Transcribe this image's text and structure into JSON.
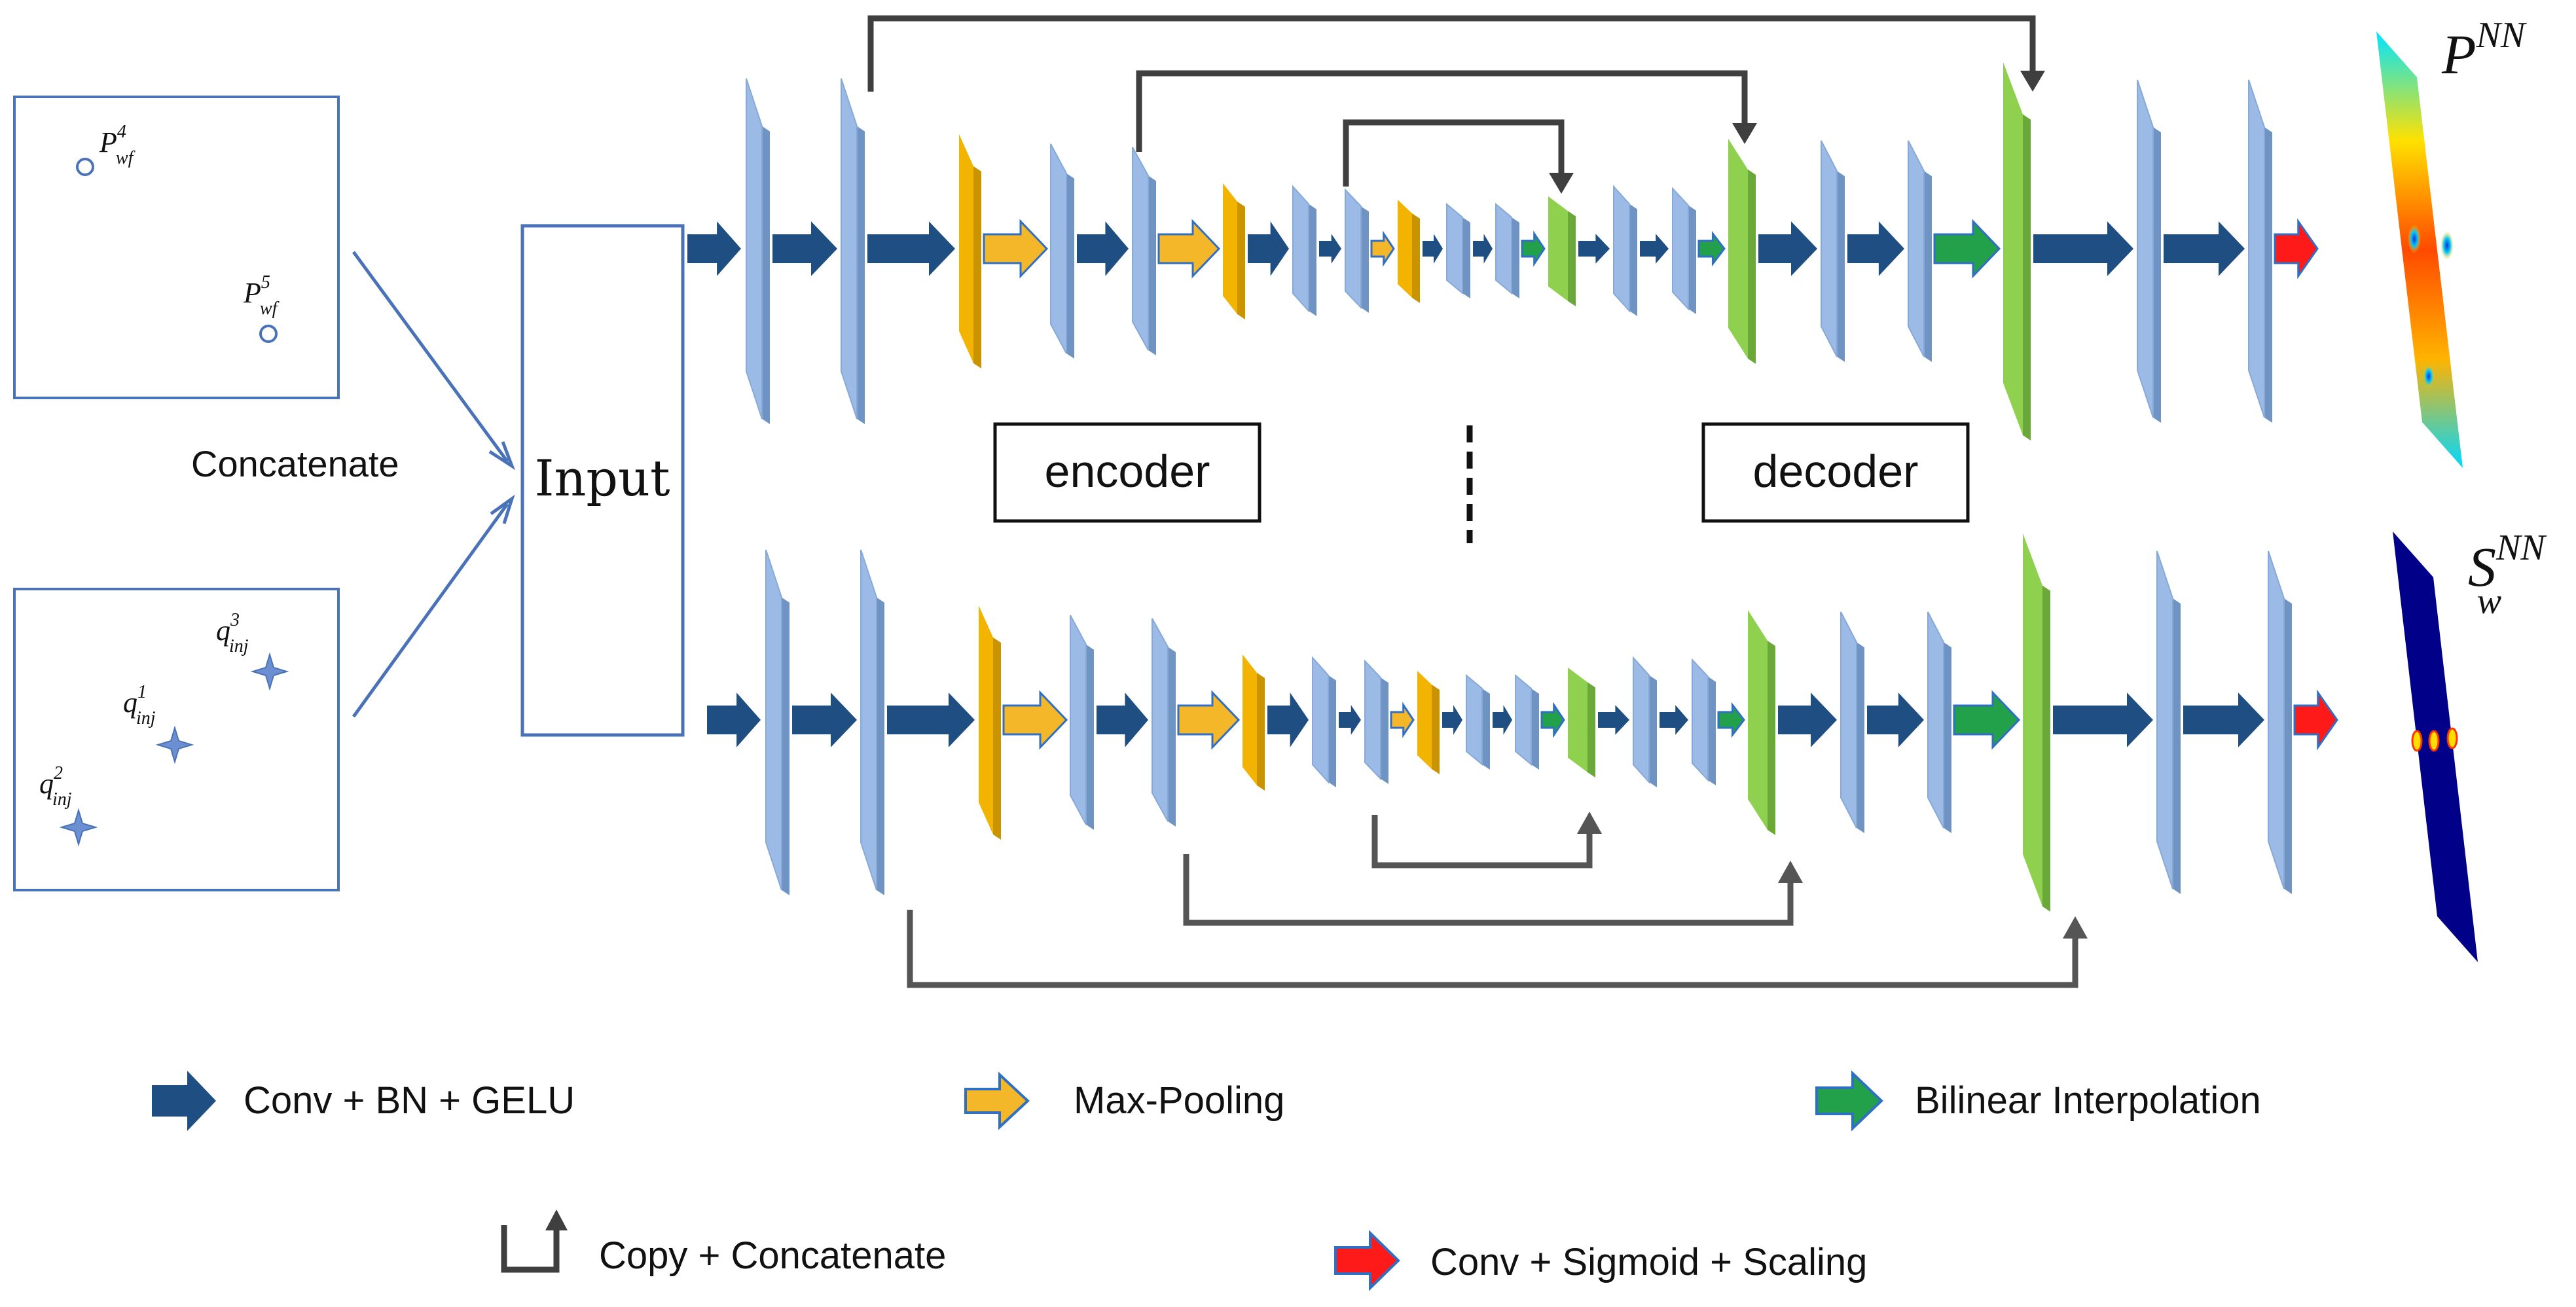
{
  "labels": {
    "concatenate": "Concatenate",
    "input": "Input",
    "encoder": "encoder",
    "decoder": "decoder"
  },
  "wells": {
    "production": [
      {
        "base": "P",
        "sup": "4",
        "sub": "wf"
      },
      {
        "base": "P",
        "sup": "5",
        "sub": "wf"
      }
    ],
    "injection": [
      {
        "base": "q",
        "sup": "3",
        "sub": "inj"
      },
      {
        "base": "q",
        "sup": "1",
        "sub": "inj"
      },
      {
        "base": "q",
        "sup": "2",
        "sub": "inj"
      }
    ]
  },
  "outputs": {
    "pressure": {
      "base": "P",
      "sup": "NN",
      "sub": ""
    },
    "saturation": {
      "base": "S",
      "sup": "NN",
      "sub": "w"
    }
  },
  "legend": {
    "conv": "Conv + BN + GELU",
    "maxpool": "Max-Pooling",
    "bilinear": "Bilinear Interpolation",
    "copy": "Copy + Concatenate",
    "sigmoid": "Conv + Sigmoid + Scaling"
  },
  "colors": {
    "layer_blue": "#9bbbe6",
    "layer_blue_side": "#6f94c4",
    "pool_orange": "#f2b400",
    "bilinear_green": "#8fd14f",
    "arrow_navy": "#1f4f82",
    "arrow_orange": "#f5b72a",
    "arrow_green": "#22a04a",
    "arrow_red": "#ff1a1a",
    "skip_gray": "#3f3f3f",
    "well_blue": "#4a72b8"
  }
}
